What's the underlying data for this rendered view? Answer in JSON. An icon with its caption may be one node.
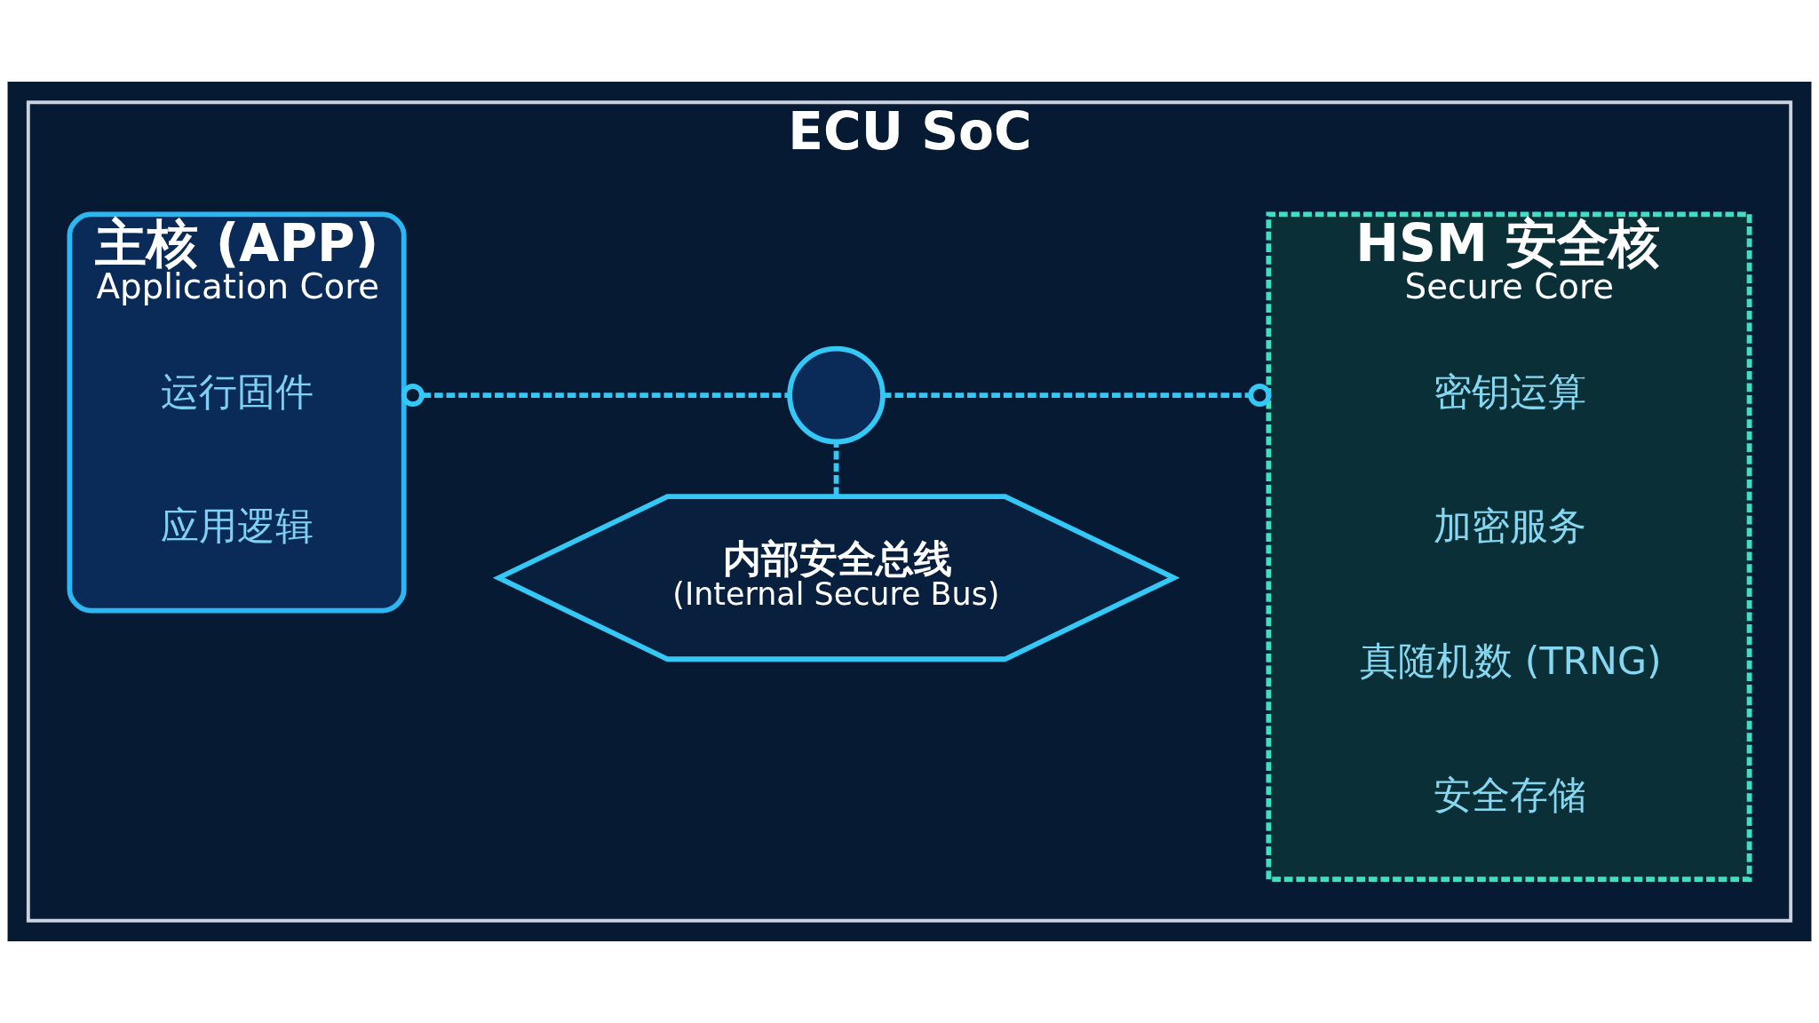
{
  "diagram": {
    "nodes": [
      {
        "text": [
          "ECU SoC"
        ]
      },
      {
        "text": [
          "主核 (APP)",
          "Application Core"
        ],
        "in": 0
      },
      {
        "text": [
          "运行固件"
        ],
        "in": 1
      },
      {
        "text": [
          "应用逻辑"
        ],
        "in": 1
      },
      {
        "text": [
          "HSM 安全核",
          "Secure Core"
        ],
        "in": 0
      },
      {
        "text": [
          "密钥运算"
        ],
        "in": 4
      },
      {
        "text": [
          "加密服务"
        ],
        "in": 4
      },
      {
        "text": [
          "真随机数 (TRNG)"
        ],
        "in": 4
      },
      {
        "text": [
          "安全存储"
        ],
        "in": 4
      },
      {
        "text": [],
        "shape": "circle",
        "in": 0
      },
      {
        "text": [
          "内部安全总线",
          "(Internal Secure Bus)"
        ],
        "in": 0
      }
    ],
    "edges": [
      {
        "from": 1,
        "to": 9,
        "arrow": "other",
        "style": "dashed"
      },
      {
        "from": 9,
        "to": 4,
        "arrow": "other",
        "style": "dashed"
      },
      {
        "from": 10,
        "to": 9,
        "arrow": "none",
        "style": "dashed"
      }
    ]
  }
}
